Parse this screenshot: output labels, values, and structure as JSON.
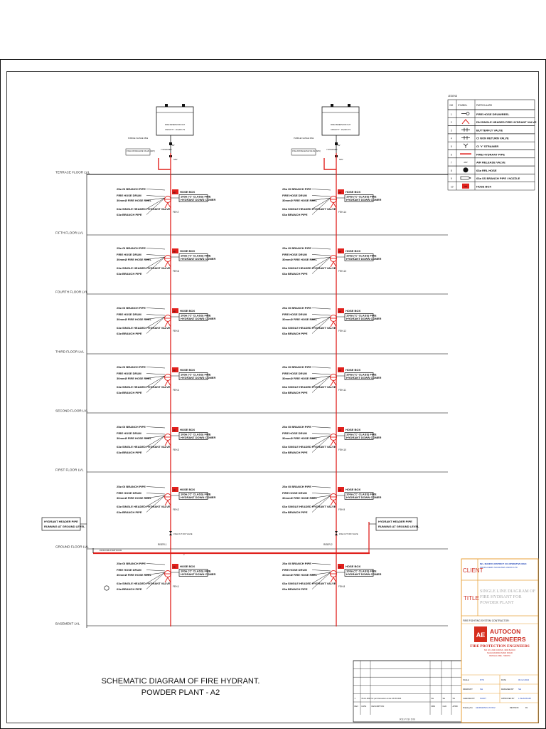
{
  "title": {
    "line1": "SCHEMATIC DIAGRAM OF FIRE HYDRANT.",
    "line2": "POWDER PLANT - A2"
  },
  "floors": {
    "terrace": "TERRACE FLOOR LVL",
    "fifth": "FIFTH FLOOR LVL",
    "fourth": "FOURTH FLOOR LVL",
    "third": "THIRD FLOOR LVL",
    "second": "SECOND FLOOR LVL",
    "first": "FIRST FLOOR LVL",
    "ground": "GROUND FLOOR LVL",
    "basement": "BASEMENT LVL"
  },
  "tank": {
    "name": "FIRE RESERVOIR OHT",
    "capacity": "CAPACITY : 20,000 LTS",
    "puddle": "PUDDLE FLANGE 150ø",
    "air_release": "150ø AIR RELEASE VALVE (ARV)",
    "strainer": "Y-STRAINER",
    "bv": "BV",
    "nrv": "NRV"
  },
  "cabinet": {
    "branch": "25ø GI BRANCH PIPE",
    "drum": "FIRE HOSE DRUM",
    "reel": "30mmØ FIRE HOSE REEL",
    "valve": "63ø SINGLE HEADED HYDRANT VALVE",
    "branch63": "63ø BRANCH PIPE",
    "hose_box": "HOSE BOX",
    "hb": "HB",
    "coupler1": "100ø ('C' CLASS) FIRE",
    "coupler2": "HYDRANT DOWN COMER"
  },
  "feh_left": [
    "FEH-7",
    "FEH-6",
    "FEH-5",
    "FEH-4",
    "FEH-3",
    "FEH-2",
    "FEH-1"
  ],
  "feh_right": [
    "FEH-14",
    "FEH-13",
    "FEH-12",
    "FEH-11",
    "FEH-10",
    "FEH-9",
    "FEH-8"
  ],
  "risers": {
    "left": "RISER-1",
    "right": "RISER-2",
    "cutoff": "150ø CUT OFF VALVE",
    "header_l1": "HYDRANT HEADER PIPE",
    "header_l2": "RUNNING AT GROUND LEVEL",
    "from_pump": "FROM FIRE PUMP ROOM"
  },
  "legend": {
    "title": "LEGEND",
    "headers": [
      "NO",
      "SYMBOL",
      "PARTICULARS"
    ],
    "rows": [
      {
        "no": "1",
        "symbol": "drum-reel",
        "text": "FIRE HOSE DRUM/REEL"
      },
      {
        "no": "2",
        "symbol": "hydrant-valve",
        "text": "DN SINGLE HEADED FIRE HYDRANT VALVE"
      },
      {
        "no": "3",
        "symbol": "butterfly-valve",
        "text": "BUTTERFLY VALVE"
      },
      {
        "no": "4",
        "symbol": "nrv",
        "text": "CI NON RETURN VALVE"
      },
      {
        "no": "5",
        "symbol": "y-strainer",
        "text": "CI 'Y' STRAINER"
      },
      {
        "no": "6",
        "symbol": "pipe",
        "text": "FIRE HYDRANT PIPE"
      },
      {
        "no": "7",
        "symbol": "ARV",
        "text": "AIR RELEASE VALVE"
      },
      {
        "no": "8",
        "symbol": "hose",
        "text": "63ø RRL HOSE"
      },
      {
        "no": "9",
        "symbol": "nozzle",
        "text": "63ø SS BRANCH PIPE / NOZZLE"
      },
      {
        "no": "10",
        "symbol": "HB",
        "text": "HOSE BOX"
      }
    ]
  },
  "titleblock": {
    "client_label": "CLIENT",
    "client_name": "M/s. MANDYA DISTRICT CO-OPERATIVE MILK",
    "client_sub": "PRODUCERS SOCIETIES UNION LTD",
    "title_label": "TITLE",
    "title_text": "SINGLE LINE DIAGRAM OF FIRE HYDRANT FOR POWDER PLANT",
    "contractor_label": "FIRE FIGHTING SYSTEM CONTRACTOR:",
    "company1": "AUTOCON",
    "company2": "ENGINEERS",
    "company_sub": "FIRE PROTECTION ENGINEERS",
    "addr1": "NO. 96, 2ND CROSS, 3RD BLOCK",
    "addr2": "NAGASANDRA MAIN ROAD",
    "addr3": "BANGALORE - 560073",
    "scale_label": "SCALE",
    "scale": "NTS",
    "date_label": "DATE",
    "date": "06.12.2024",
    "drawn_label": "DRAWN BY",
    "drawn": "SH",
    "designed_label": "DESIGNED BY",
    "designed": "SH",
    "checked_label": "CHECKED BY",
    "checked": "SUNIT",
    "approved_label": "APPROVED BY",
    "approved": "L.SHANKARI",
    "drawing_label": "Drawing No:",
    "drawing_no": "AE/DM/MLK/HY/2K2",
    "revision_label": "REVISION",
    "revision": "R1"
  },
  "revision": {
    "row": [
      "1",
      "06.12.2024",
      "for per discussion at site 16.08.2024",
      "SH",
      "SH",
      "SS"
    ],
    "headers": [
      "REV",
      "DATE",
      "DESCRIPTION",
      "DRN",
      "CHD",
      "APRD"
    ],
    "footer": "R E V I S I O N"
  }
}
